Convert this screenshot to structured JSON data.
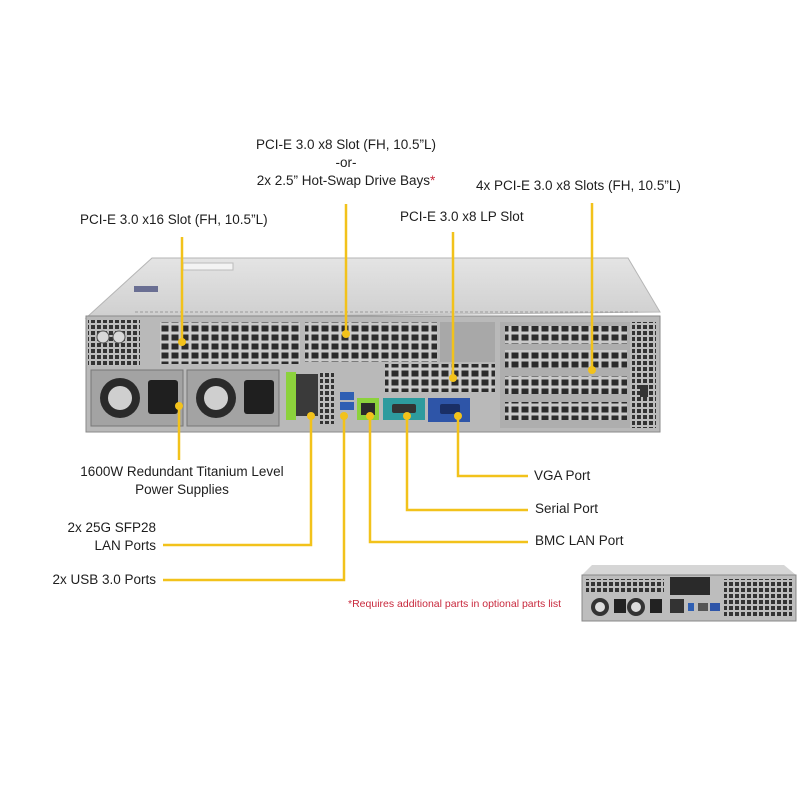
{
  "diagram": {
    "title": "Server rear panel I/O callouts",
    "accent_color": "#f2c21b",
    "note_color": "#c8283c",
    "callouts": [
      {
        "id": "pcie-x8-or-drive-bays",
        "lines": [
          "PCI-E 3.0 x8 Slot (FH, 10.5”L)",
          "-or-",
          "2x 2.5” Hot-Swap Drive Bays"
        ],
        "asterisk": "*"
      },
      {
        "id": "pcie-x16",
        "lines": [
          "PCI-E 3.0 x16 Slot (FH, 10.5”L)"
        ]
      },
      {
        "id": "pcie-x8-lp",
        "lines": [
          "PCI-E 3.0 x8 LP Slot"
        ]
      },
      {
        "id": "pcie-4x-x8",
        "lines": [
          "4x PCI-E 3.0 x8 Slots (FH, 10.5”L)"
        ]
      },
      {
        "id": "power-supplies",
        "lines": [
          "1600W Redundant Titanium Level",
          "Power Supplies"
        ]
      },
      {
        "id": "sfp28",
        "lines": [
          "2x 25G SFP28",
          "LAN Ports"
        ]
      },
      {
        "id": "usb",
        "lines": [
          "2x USB 3.0 Ports"
        ]
      },
      {
        "id": "vga",
        "lines": [
          "VGA Port"
        ]
      },
      {
        "id": "serial",
        "lines": [
          "Serial Port"
        ]
      },
      {
        "id": "bmc-lan",
        "lines": [
          "BMC LAN Port"
        ]
      }
    ],
    "footnote": "*Requires additional parts in optional parts list"
  }
}
